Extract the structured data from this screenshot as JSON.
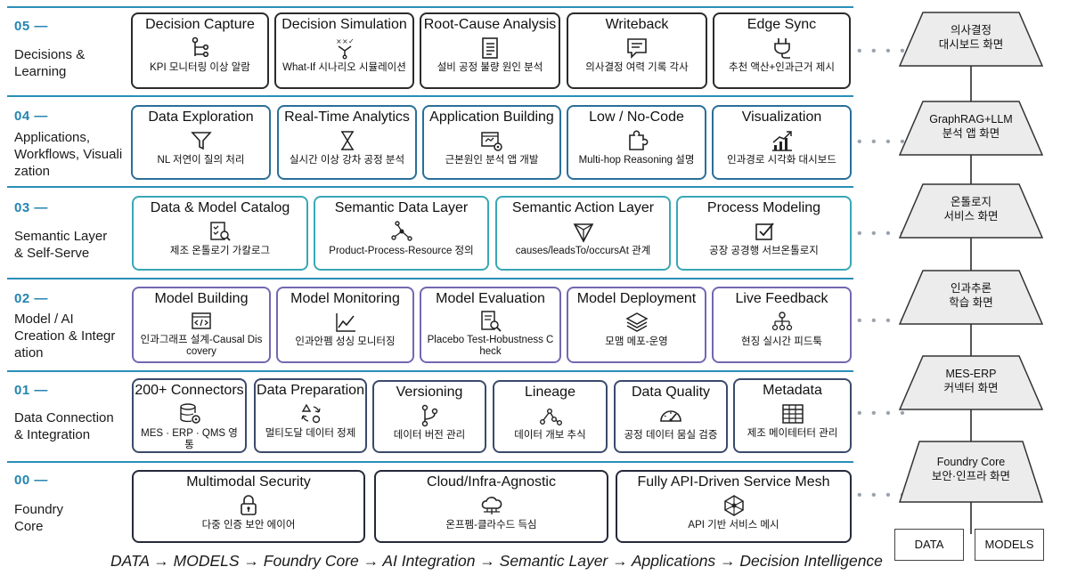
{
  "layers": [
    {
      "num": "05 —",
      "name": "Decisions &\nLearning",
      "cards": [
        {
          "title": "Decision Capture",
          "sub": "KPI 모니터링 이상 알람",
          "icon": "flow-branch-icon"
        },
        {
          "title": "Decision Simulation",
          "sub": "What-If 시나리오 시뮬레이션",
          "icon": "decision-tree-icon"
        },
        {
          "title": "Root-Cause Analysis",
          "sub": "설비 공정 불량 원인 분석",
          "icon": "document-list-icon"
        },
        {
          "title": "Writeback",
          "sub": "의사결정 여력 기록 각사",
          "icon": "chat-note-icon"
        },
        {
          "title": "Edge Sync",
          "sub": "추천 액산+인과근거 제시",
          "icon": "plug-icon"
        }
      ]
    },
    {
      "num": "04 —",
      "name": "Applications,\nWorkflows, Visuali\nzation",
      "cards": [
        {
          "title": "Data Exploration",
          "sub": "NL 저연이 질의 처리",
          "icon": "funnel-icon"
        },
        {
          "title": "Real-Time Analytics",
          "sub": "실시간 이상 강차 공정 분석",
          "icon": "hourglass-icon"
        },
        {
          "title": "Application Building",
          "sub": "근본원인 분석 앱 개발",
          "icon": "app-build-icon"
        },
        {
          "title": "Low / No-Code",
          "sub": "Multi-hop Reasoning 설명",
          "icon": "puzzle-icon"
        },
        {
          "title": "Visualization",
          "sub": "인과경로 시각화 대시보드",
          "icon": "chart-up-icon"
        }
      ]
    },
    {
      "num": "03 —",
      "name": "Semantic Layer\n& Self-Serve",
      "cards": [
        {
          "title": "Data & Model Catalog",
          "sub": "제조 온톨로기 가칼로그",
          "icon": "catalog-icon"
        },
        {
          "title": "Semantic Data Layer",
          "sub": "Product-Process-Resource 정의",
          "icon": "graph-node-icon"
        },
        {
          "title": "Semantic Action Layer",
          "sub": "causes/leadsTo/occursAt 관계",
          "icon": "cube-icon"
        },
        {
          "title": "Process Modeling",
          "sub": "공장 공경행 서브온톨로지",
          "icon": "checkbox-icon"
        }
      ]
    },
    {
      "num": "02 —",
      "name": "Model / AI\nCreation & Integr\nation",
      "cards": [
        {
          "title": "Model Building",
          "sub": "인과그래프 설계-Causal Dis\ncovery",
          "icon": "code-window-icon"
        },
        {
          "title": "Model Monitoring",
          "sub": "인과안펨 성싱 모니터징",
          "icon": "line-chart-icon"
        },
        {
          "title": "Model Evaluation",
          "sub": "Placebo Test-Hobustness C\nheck",
          "icon": "doc-search-icon"
        },
        {
          "title": "Model Deployment",
          "sub": "모맴 메포-운영",
          "icon": "layers-icon"
        },
        {
          "title": "Live Feedback",
          "sub": "현징 실시간 피드툭",
          "icon": "people-tree-icon"
        }
      ]
    },
    {
      "num": "01 —",
      "name": "Data Connection\n& Integration",
      "cards": [
        {
          "title": "200+ Connectors",
          "sub": "MES · ERP · QMS 영통",
          "icon": "database-gear-icon"
        },
        {
          "title": "Data Preparation",
          "sub": "멀티도달 데이터 정제",
          "icon": "refresh-shapes-icon"
        },
        {
          "title": "Versioning",
          "sub": "데이터 버전 관리",
          "icon": "git-branch-icon"
        },
        {
          "title": "Lineage",
          "sub": "데이터 개보 추식",
          "icon": "lineage-icon"
        },
        {
          "title": "Data Quality",
          "sub": "공정 데이터 뭄실 검증",
          "icon": "gauge-icon"
        },
        {
          "title": "Metadata",
          "sub": "제조 메이테터터 관리",
          "icon": "table-icon"
        }
      ]
    },
    {
      "num": "00 —",
      "name": "Foundry\nCore",
      "cards": [
        {
          "title": "Multimodal Security",
          "sub": "다중 인증 보안 에이어",
          "icon": "lock-icon"
        },
        {
          "title": "Cloud/Infra-Agnostic",
          "sub": "온프펨-클라수드 득심",
          "icon": "cloud-icon"
        },
        {
          "title": "Fully API-Driven Service Mesh",
          "sub": "API 기반 서비스 메시",
          "icon": "mesh-icon"
        }
      ]
    }
  ],
  "dots": "• • • •",
  "stack": [
    {
      "line1": "의사결정",
      "line2": "대시보드 화면"
    },
    {
      "line1": "GraphRAG+LLM",
      "line2": "분석 앱 화면"
    },
    {
      "line1": "온톨로지",
      "line2": "서비스 화면"
    },
    {
      "line1": "인과추론",
      "line2": "학습 화면"
    },
    {
      "line1": "MES-ERP",
      "line2": "커넥터 화면"
    },
    {
      "line1": "Foundry Core",
      "line2": "보안·인프라 화면"
    }
  ],
  "bottom_boxes": [
    "DATA",
    "MODELS"
  ],
  "flow": "DATA → MODELS → Foundry Core → AI Integration → Semantic Layer → Applications → Decision Intelligence",
  "colors": {
    "accent": "#2384b0",
    "layer_line": "#2a8fb8",
    "blue": "#2a6f97",
    "teal": "#3aa7b5",
    "purple": "#7467b0",
    "dark": "#252a3a",
    "stack_fill": "#ececec"
  }
}
